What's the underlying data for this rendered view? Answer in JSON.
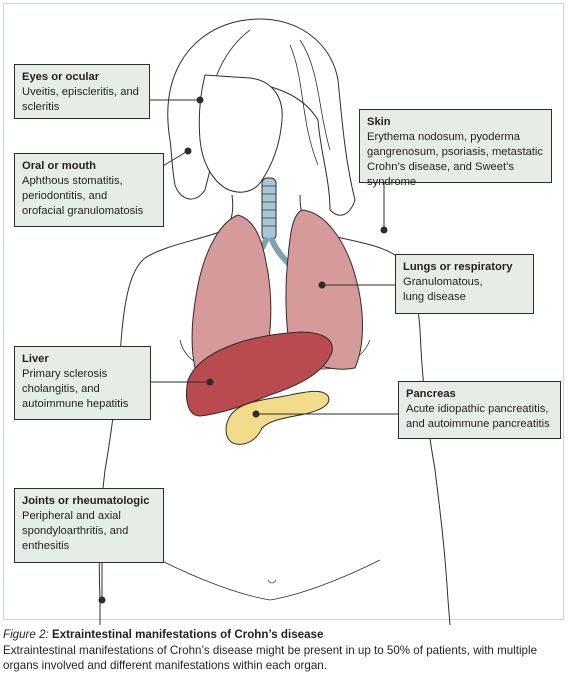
{
  "colors": {
    "panel_background": "#e6ede6",
    "lung_fill": "#d69a9a",
    "liver_fill": "#b94a4f",
    "pancreas_fill": "#f2dc8a",
    "trachea_fill": "#a9c6d4",
    "outline": "#2d2d2d"
  },
  "callouts": {
    "eyes": {
      "title": "Eyes or ocular",
      "body": "Uveitis, episcleritis, and\nscleritis"
    },
    "oral": {
      "title": "Oral or mouth",
      "body": "Aphthous stomatitis,\nperiodontitis, and\norofacial granulomatosis"
    },
    "skin": {
      "title": "Skin",
      "body": "Erythema nodosum, pyoderma\ngangrenosum, psoriasis, metastatic\nCrohn’s disease, and Sweet’s syndrome"
    },
    "lungs": {
      "title": "Lungs or respiratory",
      "body": "Granulomatous,\nlung disease"
    },
    "liver": {
      "title": "Liver",
      "body": "Primary sclerosis\ncholangitis, and\nautoimmune hepatitis"
    },
    "pancreas": {
      "title": "Pancreas",
      "body": "Acute idiopathic pancreatitis,\nand autoimmune pancreatitis"
    },
    "joints": {
      "title": "Joints or rheumatologic",
      "body": "Peripheral and axial\nspondyloarthritis, and\nenthesitis"
    }
  },
  "caption": {
    "figure_label": "Figure 2:",
    "title": "Extraintestinal manifestations of Crohn’s disease",
    "text": "Extraintestinal manifestations of Crohn’s disease might be present in up to 50% of patients, with multiple organs involved and different manifestations within each organ."
  }
}
